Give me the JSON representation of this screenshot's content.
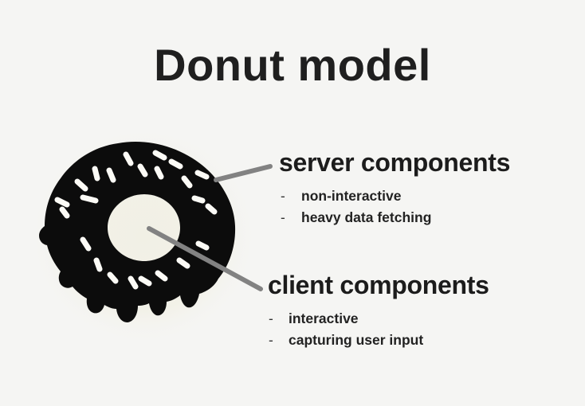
{
  "title": "Donut model",
  "colors": {
    "background": "#f5f5f3",
    "text": "#1f1f1f",
    "donut": "#0c0c0c",
    "sprinkles": "#fcfbf6",
    "pointer_line": "#828282",
    "halo": "#f1f0e5"
  },
  "bullet_marker": "-",
  "annotations": {
    "server": {
      "heading": "server components",
      "bullets": [
        "non-interactive",
        "heavy data fetching"
      ]
    },
    "client": {
      "heading": "client components",
      "bullets": [
        "interactive",
        "capturing user input"
      ]
    }
  }
}
